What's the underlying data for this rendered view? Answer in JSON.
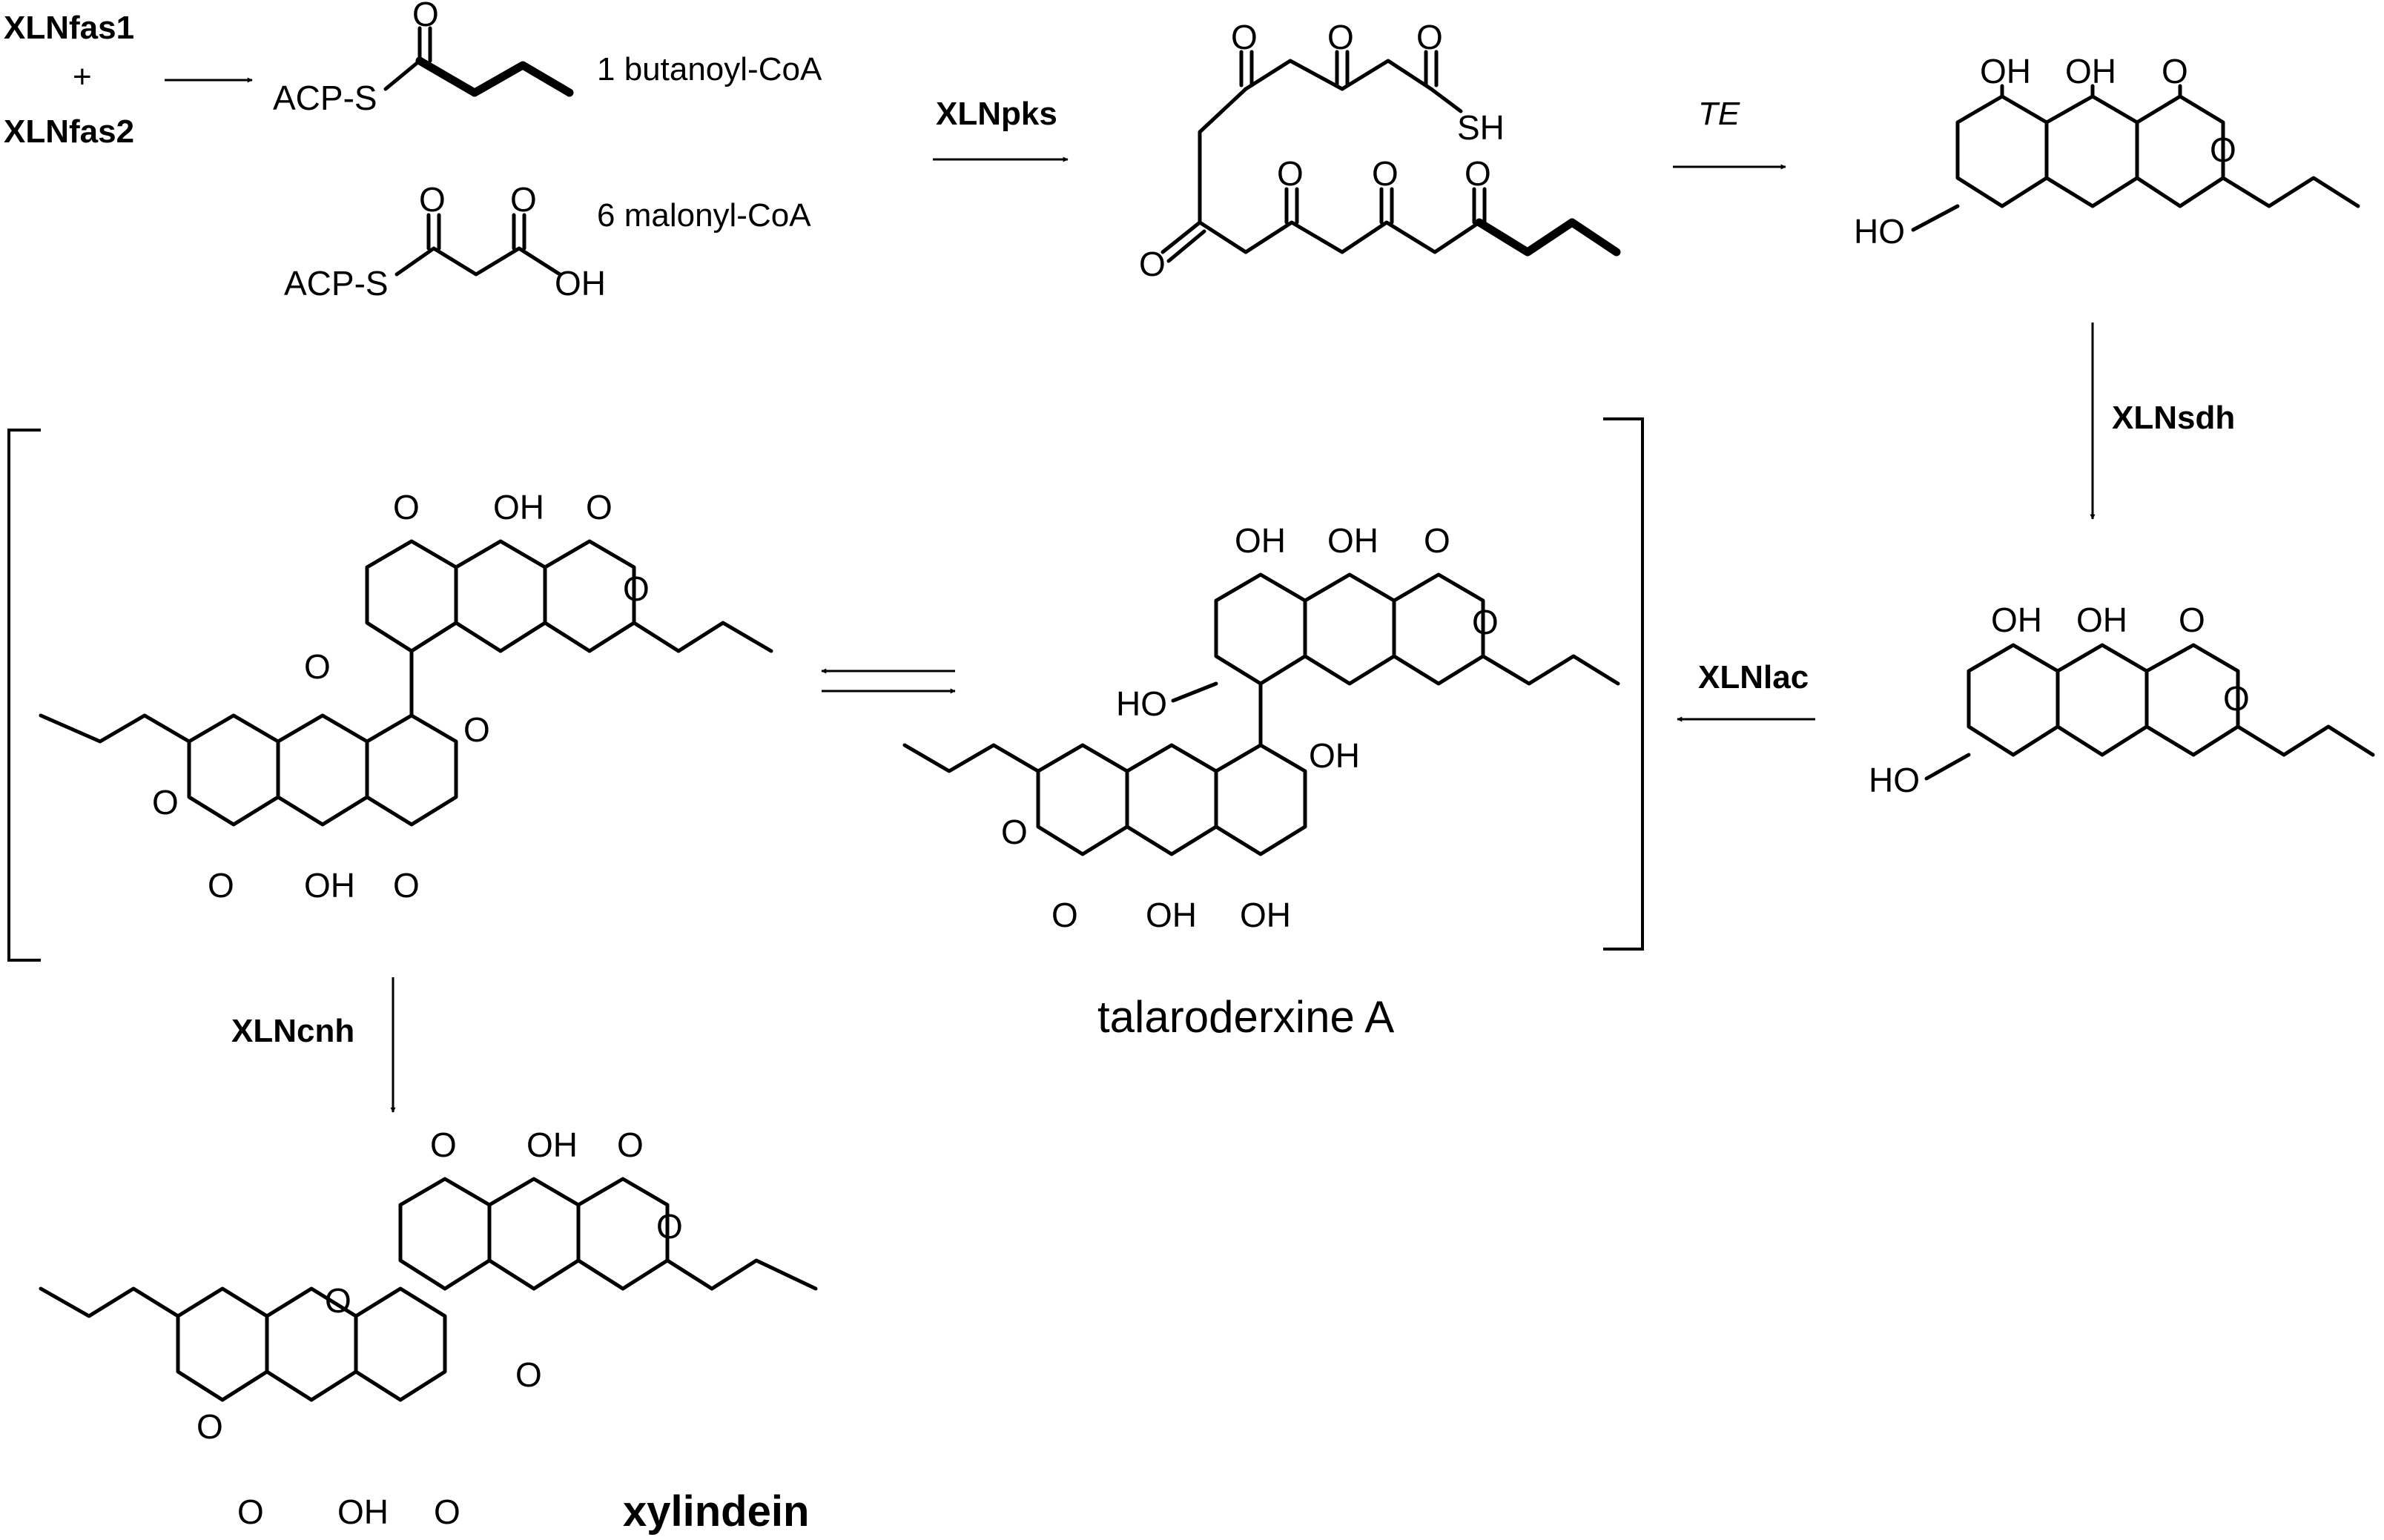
{
  "enzymes": {
    "fas1": "XLNfas1",
    "plus": "+",
    "fas2": "XLNfas2",
    "pks": "XLNpks",
    "te": "TE",
    "sdh": "XLNsdh",
    "lac": "XLNlac",
    "cnh": "XLNcnh"
  },
  "substrates": {
    "butanoyl": "1 butanoyl-CoA",
    "malonyl": "6 malonyl-CoA"
  },
  "products": {
    "talaroderxine": "talaroderxine A",
    "xylindein": "xylindein"
  },
  "atoms": {
    "acp_s": "ACP-S",
    "o": "O",
    "oh": "OH",
    "ho": "HO",
    "sh": "SH"
  }
}
